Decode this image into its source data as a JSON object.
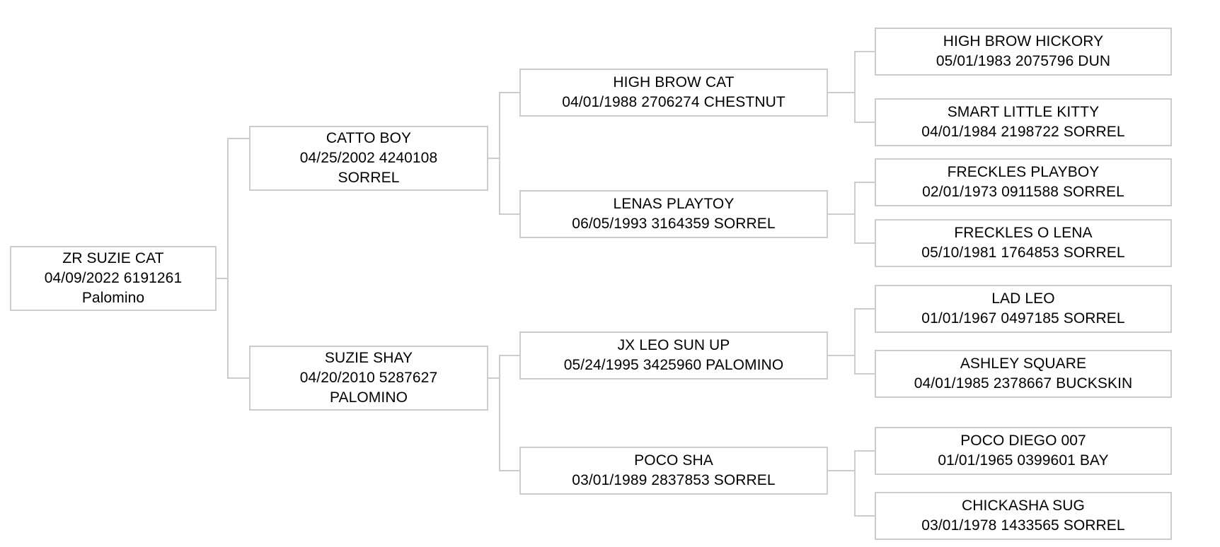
{
  "chart_data": {
    "type": "diagram",
    "title": "Equine 4-generation pedigree chart",
    "generations": 4,
    "legend": [],
    "nodes": [
      {
        "id": "subject",
        "generation": 1,
        "name": "ZR SUZIE CAT",
        "detail_line_1": "04/09/2022 6191261",
        "detail_line_2": "Palomino",
        "birthdate": "04/09/2022",
        "registration": "6191261",
        "color": "Palomino",
        "lines": [
          "ZR SUZIE CAT",
          "04/09/2022 6191261",
          "Palomino"
        ]
      },
      {
        "id": "sire",
        "generation": 2,
        "name": "CATTO BOY",
        "detail_line_1": "04/25/2002 4240108",
        "detail_line_2": "SORREL",
        "birthdate": "04/25/2002",
        "registration": "4240108",
        "color": "SORREL",
        "lines": [
          "CATTO BOY",
          "04/25/2002 4240108",
          "SORREL"
        ]
      },
      {
        "id": "dam",
        "generation": 2,
        "name": "SUZIE SHAY",
        "detail_line_1": "04/20/2010 5287627",
        "detail_line_2": "PALOMINO",
        "birthdate": "04/20/2010",
        "registration": "5287627",
        "color": "PALOMINO",
        "lines": [
          "SUZIE SHAY",
          "04/20/2010 5287627",
          "PALOMINO"
        ]
      },
      {
        "id": "sire-sire",
        "generation": 3,
        "name": "HIGH BROW CAT",
        "detail_line_1": "04/01/1988 2706274 CHESTNUT",
        "birthdate": "04/01/1988",
        "registration": "2706274",
        "color": "CHESTNUT",
        "lines": [
          "HIGH BROW CAT",
          "04/01/1988 2706274 CHESTNUT"
        ]
      },
      {
        "id": "sire-dam",
        "generation": 3,
        "name": "LENAS PLAYTOY",
        "detail_line_1": "06/05/1993 3164359 SORREL",
        "birthdate": "06/05/1993",
        "registration": "3164359",
        "color": "SORREL",
        "lines": [
          "LENAS PLAYTOY",
          "06/05/1993 3164359 SORREL"
        ]
      },
      {
        "id": "dam-sire",
        "generation": 3,
        "name": "JX LEO SUN UP",
        "detail_line_1": "05/24/1995 3425960 PALOMINO",
        "birthdate": "05/24/1995",
        "registration": "3425960",
        "color": "PALOMINO",
        "lines": [
          "JX LEO SUN UP",
          "05/24/1995 3425960 PALOMINO"
        ]
      },
      {
        "id": "dam-dam",
        "generation": 3,
        "name": "POCO SHA",
        "detail_line_1": "03/01/1989 2837853 SORREL",
        "birthdate": "03/01/1989",
        "registration": "2837853",
        "color": "SORREL",
        "lines": [
          "POCO SHA",
          "03/01/1989 2837853 SORREL"
        ]
      },
      {
        "id": "sire-sire-sire",
        "generation": 4,
        "name": "HIGH BROW HICKORY",
        "detail_line_1": "05/01/1983 2075796 DUN",
        "birthdate": "05/01/1983",
        "registration": "2075796",
        "color": "DUN",
        "lines": [
          "HIGH BROW HICKORY",
          "05/01/1983 2075796 DUN"
        ]
      },
      {
        "id": "sire-sire-dam",
        "generation": 4,
        "name": "SMART LITTLE KITTY",
        "detail_line_1": "04/01/1984 2198722 SORREL",
        "birthdate": "04/01/1984",
        "registration": "2198722",
        "color": "SORREL",
        "lines": [
          "SMART LITTLE KITTY",
          "04/01/1984 2198722 SORREL"
        ]
      },
      {
        "id": "sire-dam-sire",
        "generation": 4,
        "name": "FRECKLES PLAYBOY",
        "detail_line_1": "02/01/1973 0911588 SORREL",
        "birthdate": "02/01/1973",
        "registration": "0911588",
        "color": "SORREL",
        "lines": [
          "FRECKLES PLAYBOY",
          "02/01/1973 0911588 SORREL"
        ]
      },
      {
        "id": "sire-dam-dam",
        "generation": 4,
        "name": "FRECKLES O LENA",
        "detail_line_1": "05/10/1981 1764853 SORREL",
        "birthdate": "05/10/1981",
        "registration": "1764853",
        "color": "SORREL",
        "lines": [
          "FRECKLES O LENA",
          "05/10/1981 1764853 SORREL"
        ]
      },
      {
        "id": "dam-sire-sire",
        "generation": 4,
        "name": "LAD LEO",
        "detail_line_1": "01/01/1967 0497185 SORREL",
        "birthdate": "01/01/1967",
        "registration": "0497185",
        "color": "SORREL",
        "lines": [
          "LAD LEO",
          "01/01/1967 0497185 SORREL"
        ]
      },
      {
        "id": "dam-sire-dam",
        "generation": 4,
        "name": "ASHLEY SQUARE",
        "detail_line_1": "04/01/1985 2378667 BUCKSKIN",
        "birthdate": "04/01/1985",
        "registration": "2378667",
        "color": "BUCKSKIN",
        "lines": [
          "ASHLEY SQUARE",
          "04/01/1985 2378667 BUCKSKIN"
        ]
      },
      {
        "id": "dam-dam-sire",
        "generation": 4,
        "name": "POCO DIEGO 007",
        "detail_line_1": "01/01/1965 0399601 BAY",
        "birthdate": "01/01/1965",
        "registration": "0399601",
        "color": "BAY",
        "lines": [
          "POCO DIEGO 007",
          "01/01/1965 0399601 BAY"
        ]
      },
      {
        "id": "dam-dam-dam",
        "generation": 4,
        "name": "CHICKASHA SUG",
        "detail_line_1": "03/01/1978 1433565 SORREL",
        "birthdate": "03/01/1978",
        "registration": "1433565",
        "color": "SORREL",
        "lines": [
          "CHICKASHA SUG",
          "03/01/1978 1433565 SORREL"
        ]
      }
    ],
    "edges": [
      {
        "from": "subject",
        "to": "sire"
      },
      {
        "from": "subject",
        "to": "dam"
      },
      {
        "from": "sire",
        "to": "sire-sire"
      },
      {
        "from": "sire",
        "to": "sire-dam"
      },
      {
        "from": "dam",
        "to": "dam-sire"
      },
      {
        "from": "dam",
        "to": "dam-dam"
      },
      {
        "from": "sire-sire",
        "to": "sire-sire-sire"
      },
      {
        "from": "sire-sire",
        "to": "sire-sire-dam"
      },
      {
        "from": "sire-dam",
        "to": "sire-dam-sire"
      },
      {
        "from": "sire-dam",
        "to": "sire-dam-dam"
      },
      {
        "from": "dam-sire",
        "to": "dam-sire-sire"
      },
      {
        "from": "dam-sire",
        "to": "dam-sire-dam"
      },
      {
        "from": "dam-dam",
        "to": "dam-dam-sire"
      },
      {
        "from": "dam-dam",
        "to": "dam-dam-dam"
      }
    ],
    "colors": {
      "box_border": "#cccccc",
      "box_background": "#ffffff",
      "connector": "#cccccc",
      "text": "#000000"
    }
  }
}
